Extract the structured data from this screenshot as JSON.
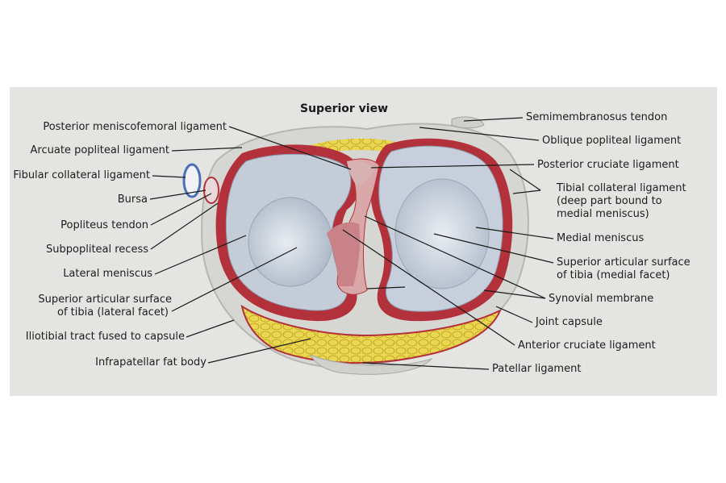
{
  "title": "Superior view",
  "labels_left": [
    {
      "id": "posterior-meniscofemoral-ligament",
      "text": "Posterior meniscofemoral ligament"
    },
    {
      "id": "arcuate-popliteal-ligament",
      "text": "Arcuate popliteal ligament"
    },
    {
      "id": "fibular-collateral-ligament",
      "text": "Fibular collateral ligament"
    },
    {
      "id": "bursa",
      "text": "Bursa"
    },
    {
      "id": "popliteus-tendon",
      "text": "Popliteus tendon"
    },
    {
      "id": "subpopliteal-recess",
      "text": "Subpopliteal recess"
    },
    {
      "id": "lateral-meniscus",
      "text": "Lateral meniscus"
    },
    {
      "id": "superior-articular-surface-lateral-1",
      "text": "Superior articular surface"
    },
    {
      "id": "superior-articular-surface-lateral-2",
      "text": "of tibia (lateral facet)"
    },
    {
      "id": "iliotibial-tract",
      "text": "Iliotibial tract fused to capsule"
    },
    {
      "id": "infrapatellar-fat-body",
      "text": "Infrapatellar fat body"
    }
  ],
  "labels_right": [
    {
      "id": "semimembranosus-tendon",
      "text": "Semimembranosus tendon"
    },
    {
      "id": "oblique-popliteal-ligament",
      "text": "Oblique popliteal ligament"
    },
    {
      "id": "posterior-cruciate-ligament",
      "text": "Posterior cruciate ligament"
    },
    {
      "id": "tibial-collateral-ligament-1",
      "text": "Tibial collateral ligament"
    },
    {
      "id": "tibial-collateral-ligament-2",
      "text": "(deep part bound to"
    },
    {
      "id": "tibial-collateral-ligament-3",
      "text": "medial meniscus)"
    },
    {
      "id": "medial-meniscus",
      "text": "Medial meniscus"
    },
    {
      "id": "superior-articular-surface-medial-1",
      "text": "Superior articular surface"
    },
    {
      "id": "superior-articular-surface-medial-2",
      "text": "of tibia (medial facet)"
    },
    {
      "id": "synovial-membrane",
      "text": "Synovial membrane"
    },
    {
      "id": "joint-capsule",
      "text": "Joint capsule"
    },
    {
      "id": "anterior-cruciate-ligament",
      "text": "Anterior cruciate ligament"
    },
    {
      "id": "patellar-ligament",
      "text": "Patellar ligament"
    }
  ],
  "colors": {
    "plate": "#e4e5e2",
    "synovial_red": "#b3313a",
    "fat_yellow": "#e8d24a",
    "cartilage_blue": "#c9d2de",
    "tissue_gray": "#d9d9d6",
    "leader_line": "#1a1a1a"
  }
}
